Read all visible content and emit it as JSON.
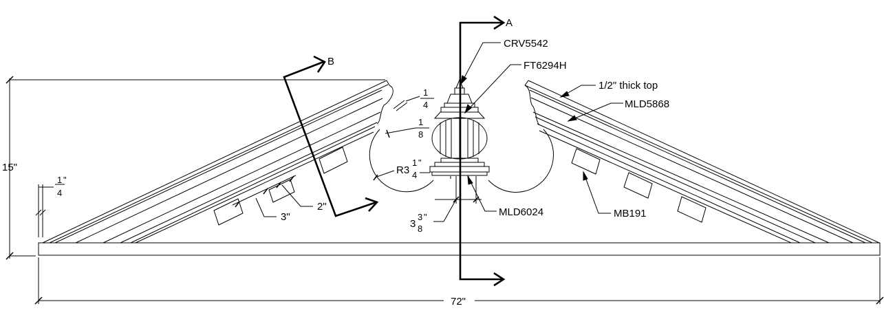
{
  "section_a": "A",
  "section_b": "B",
  "callouts": {
    "crv": "CRV5542",
    "ft": "FT6294H",
    "top": "1/2\" thick top",
    "mld5868": "MLD5868",
    "mb191": "MB191",
    "mld6024": "MLD6024"
  },
  "dims": {
    "height": "15\"",
    "width": "72\"",
    "dentil_spacing": "3\"",
    "dentil_width": "2\"",
    "gap_top": {
      "num": "1",
      "den": "4"
    },
    "gap_mid": {
      "num": "1",
      "den": "8"
    },
    "radius": {
      "prefix": "R3",
      "num": "1",
      "den": "4",
      "unit": "\""
    },
    "base_thickness": {
      "num": "1",
      "den": "4",
      "unit": "\""
    },
    "finial_width": {
      "whole": "3",
      "num": "3",
      "den": "8",
      "unit": "\""
    }
  }
}
